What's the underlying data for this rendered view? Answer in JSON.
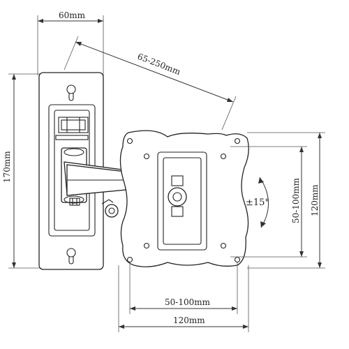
{
  "dimensions": {
    "plate_width": "60mm",
    "arm_extension": "65-250mm",
    "plate_height": "170mm",
    "tilt": "±15°",
    "vesa_inner_vertical": "50-100mm",
    "vesa_outer_vertical": "120mm",
    "vesa_inner_horizontal": "50-100mm",
    "vesa_outer_horizontal": "120mm"
  },
  "colors": {
    "line": "#222222",
    "background": "#ffffff"
  }
}
